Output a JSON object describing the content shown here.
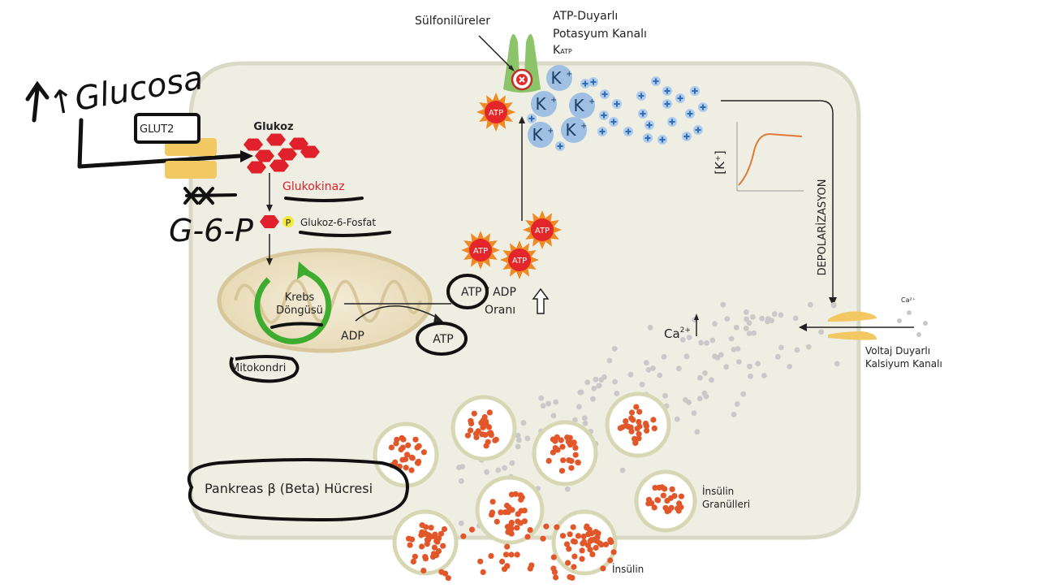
{
  "handwriting": {
    "glucose_note": "↑Glucosa",
    "g6p_note": "G-6-P"
  },
  "labels": {
    "glut2": "GLUT2",
    "glukoz": "Glukoz",
    "glukokinaz": "Glukokinaz",
    "p_badge": "P",
    "glukoz6fosfat": "Glukoz-6-Fosfat",
    "krebs_line1": "Krebs",
    "krebs_line2": "Döngüsü",
    "mitokondri": "Mitokondri",
    "adp": "ADP",
    "atp": "ATP",
    "ratio_line1": "ATP / ADP",
    "ratio_line2": "Oranı",
    "sulfonylureas": "Sülfonilüreler",
    "katp_line1": "ATP-Duyarlı",
    "katp_line2": "Potasyum Kanalı",
    "katp_line3_main": "K",
    "katp_line3_sub": "ATP",
    "k_ion": "K",
    "k_axis": "[K⁺]",
    "depolarization": "DEPOLARİZASYON",
    "ca_main": "Ca",
    "ca_sup": "2+",
    "ca_small": "Ca²⁺",
    "vdcc_line1": "Voltaj Duyarlı",
    "vdcc_line2": "Kalsiyum Kanalı",
    "insulin_granules_line1": "İnsülin",
    "insulin_granules_line2": "Granülleri",
    "insulin": "İnsülin",
    "beta_cell": "Pankreas β (Beta) Hücresi"
  },
  "colors": {
    "cell_fill": "#eeeee2",
    "cell_stroke": "#d9d9c6",
    "glucose_red": "#e0202a",
    "atp_red": "#e3262a",
    "atp_spike": "#f08a24",
    "krebs_green": "#3dac2f",
    "potassium_blue": "#9fbfe3",
    "potassium_plus": "#2f6db8",
    "insulin_orange": "#e2572a",
    "granule_stroke": "#d7d7b4",
    "channel_green": "#8cc46a",
    "channel_yellow": "#f2c862",
    "calcium_gray": "#c9c9c9",
    "glukokinaz_red": "#e0202a",
    "ink": "#111111"
  }
}
